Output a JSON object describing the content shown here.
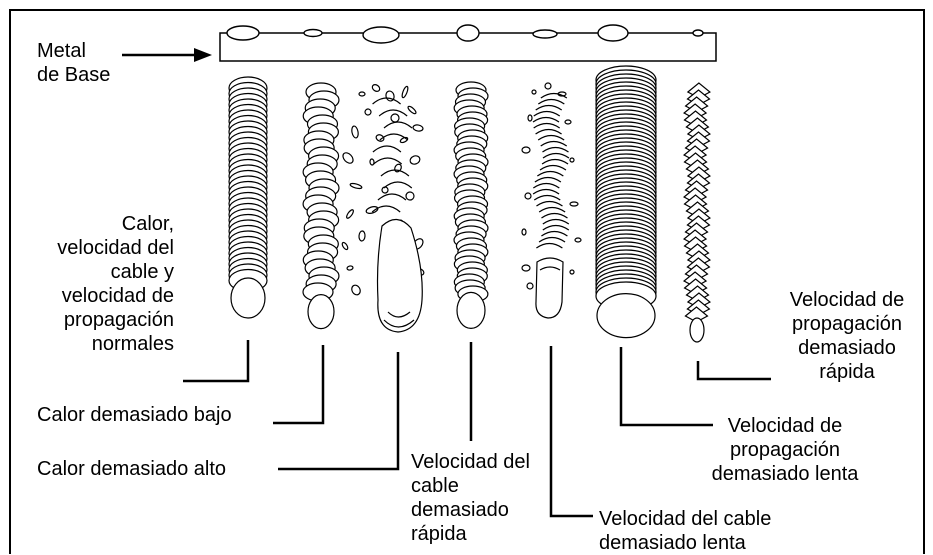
{
  "base_metal_label": "Metal\nde Base",
  "labels": {
    "normal": "Calor,\nvelocidad del\ncable y\nvelocidad de\npropagación\nnormales",
    "heat_low": "Calor demasiado bajo",
    "heat_high": "Calor demasiado alto",
    "wire_fast": "Velocidad del\ncable\ndemasiado\nrápida",
    "wire_slow": "Velocidad del cable\ndemasiado lenta",
    "travel_slow": "Velocidad de\npropagación\ndemasiado lenta",
    "travel_fast": "Velocidad de\npropagación\ndemasiado\nrápida"
  }
}
